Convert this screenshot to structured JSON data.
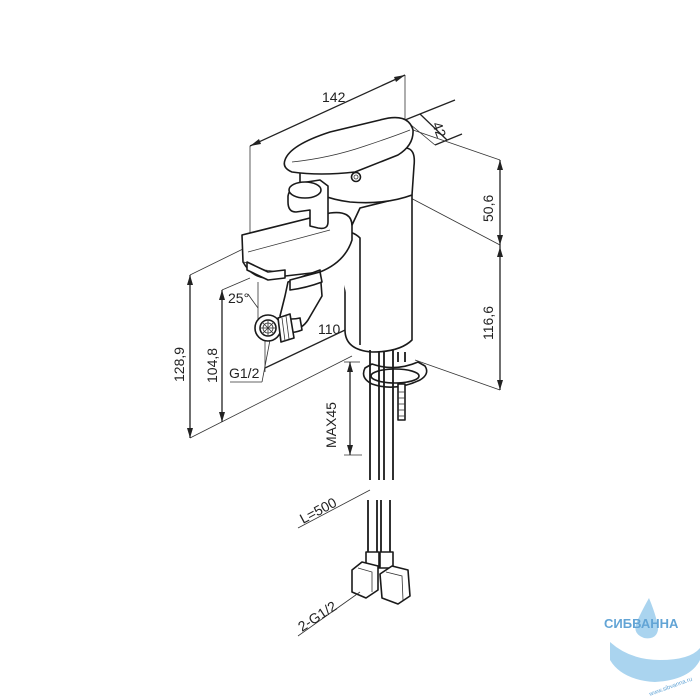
{
  "dimensions": {
    "width": "142",
    "depth": "42",
    "handle_height": "50,6",
    "body_height": "116,6",
    "spout_length": "110",
    "angle": "25°",
    "total_height": "128,9",
    "outlet_height": "104,8",
    "outlet_thread": "G1/2",
    "max_counter": "MAX45",
    "hose_length": "L=500",
    "hose_thread": "2-G1/2"
  },
  "watermark": {
    "brand": "СИБВАННА",
    "url": "www.sibvanna.ru",
    "color": "#2e86c8"
  }
}
